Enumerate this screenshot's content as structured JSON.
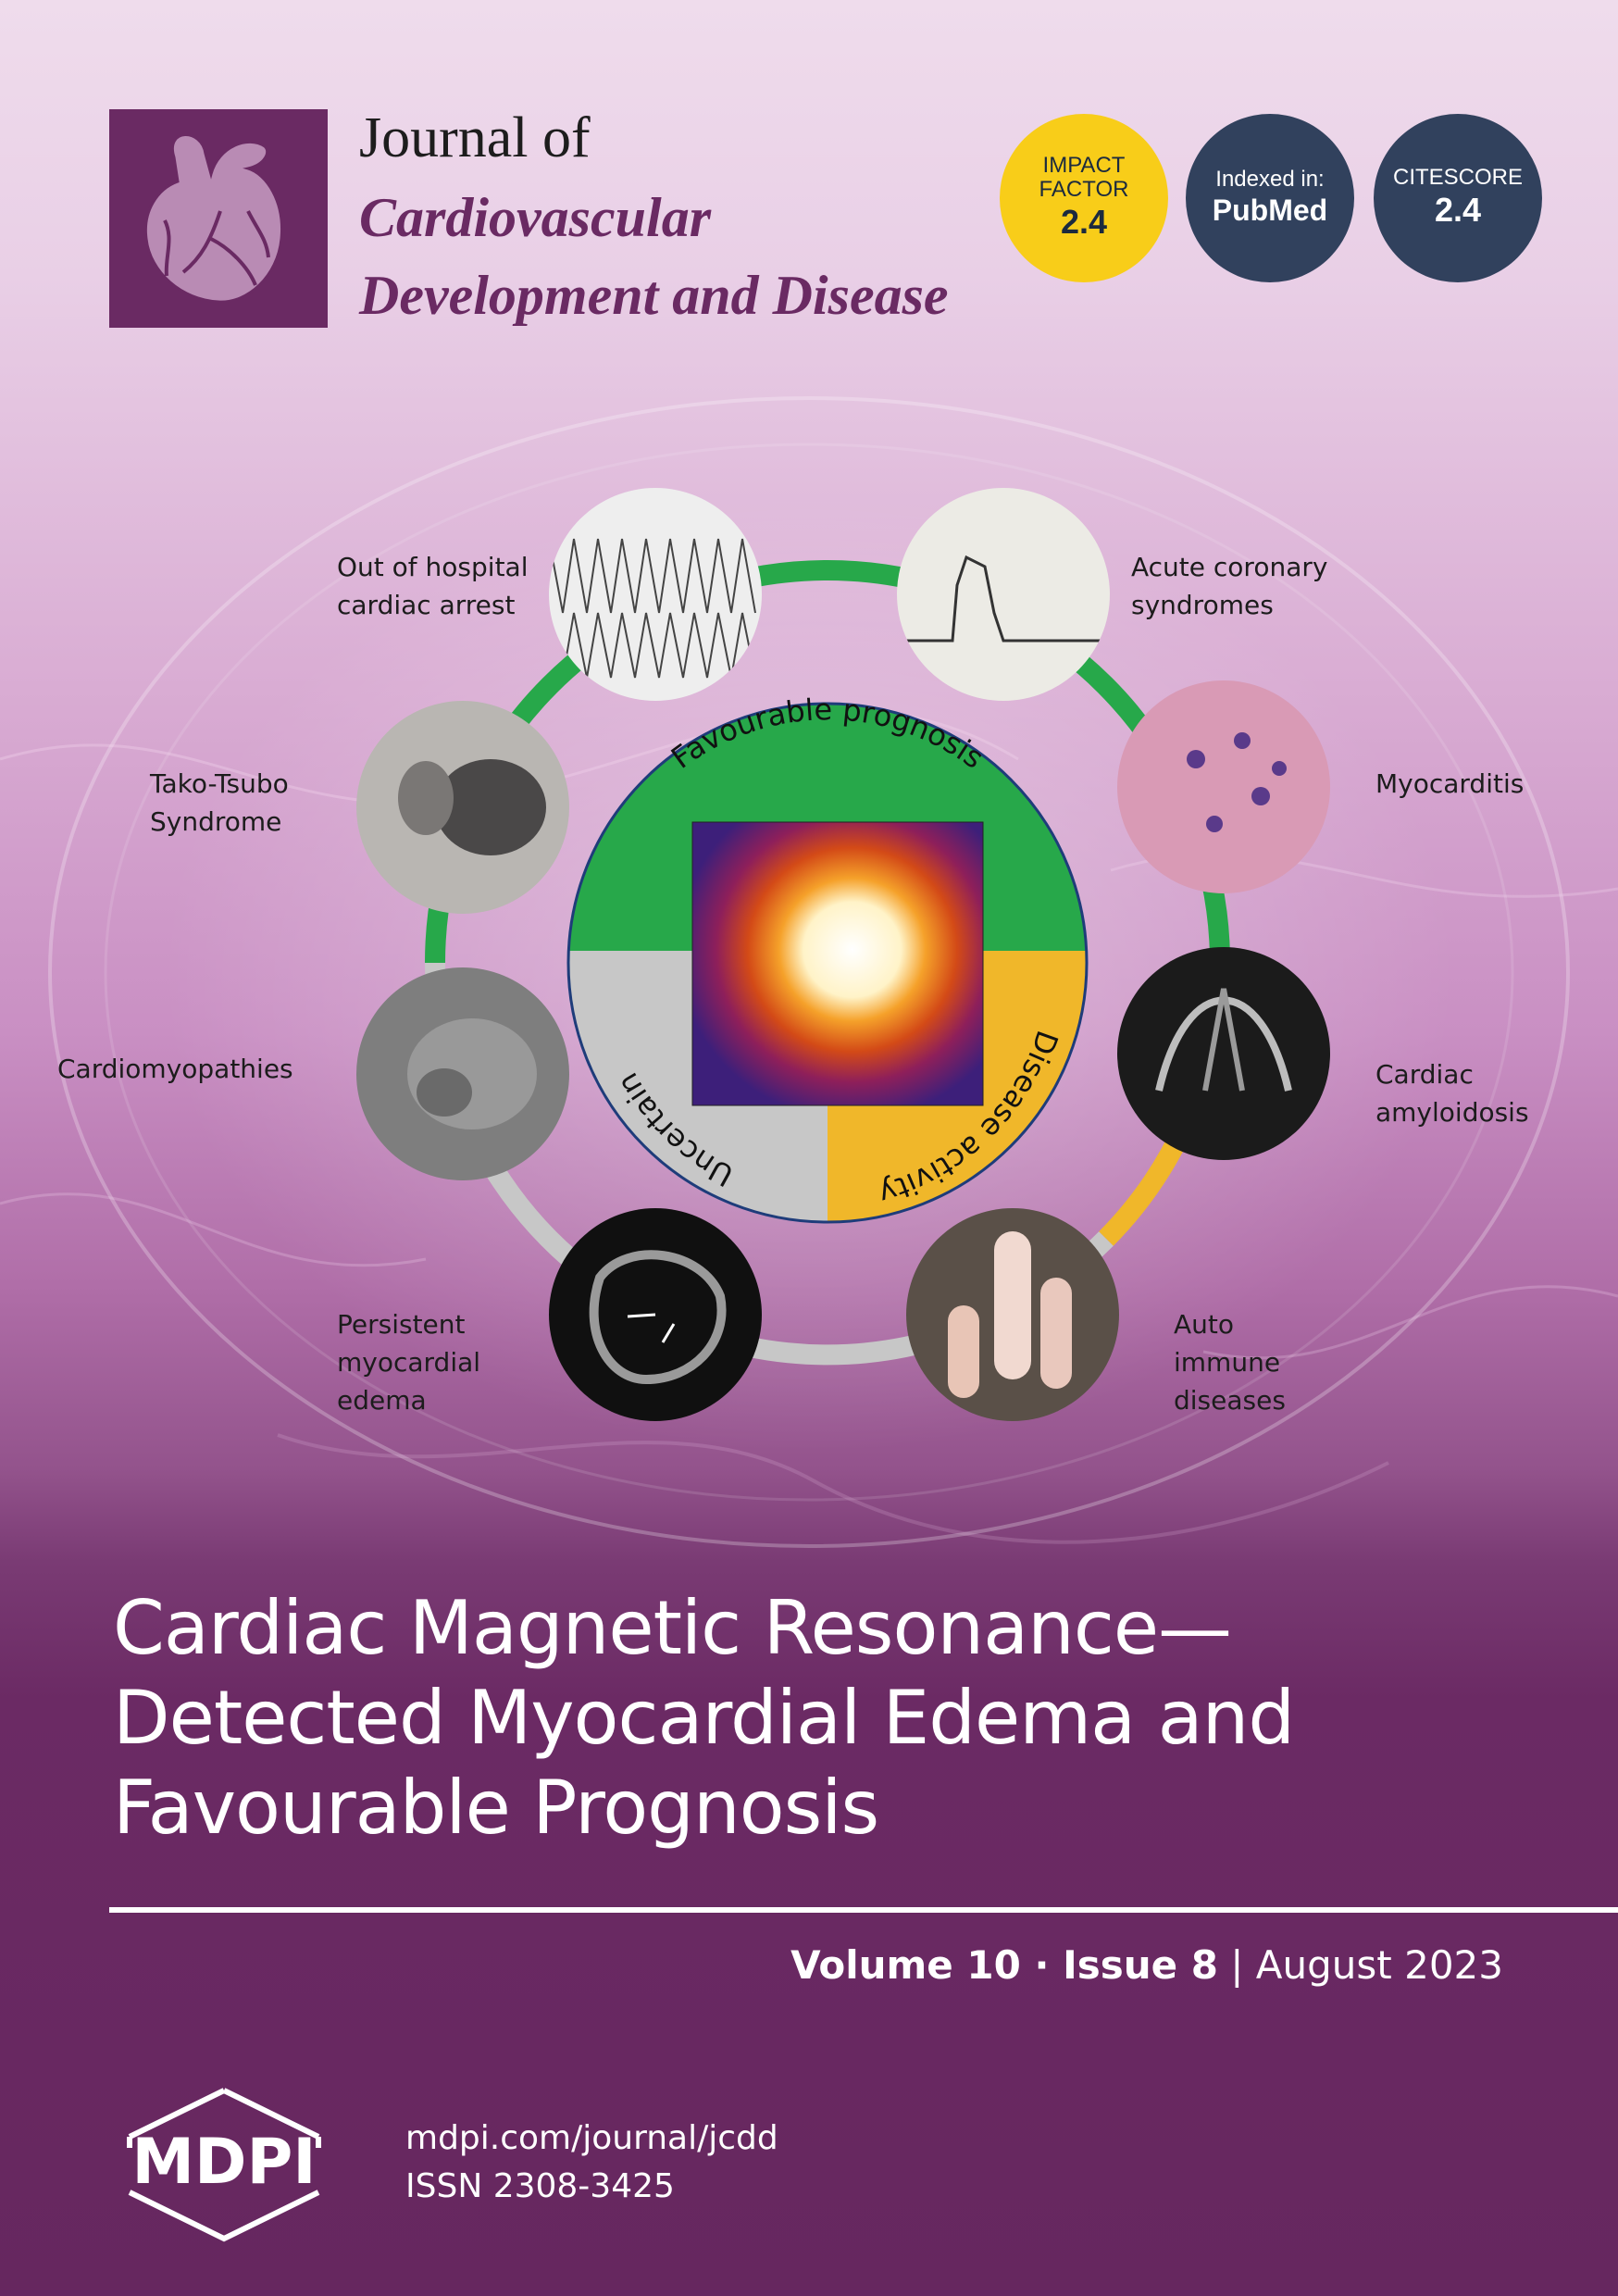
{
  "journal": {
    "line1": "Journal of",
    "line2": "Cardiovascular",
    "line3": "Development and Disease"
  },
  "badges": {
    "impact": {
      "line1": "IMPACT",
      "line2": "FACTOR",
      "value": "2.4"
    },
    "pubmed": {
      "line1": "Indexed in:",
      "value": "PubMed"
    },
    "citescore": {
      "line1": "CITESCORE",
      "value": "2.4"
    }
  },
  "figure": {
    "center_segments": {
      "favourable": "Favourable prognosis",
      "uncertain": "Uncertain",
      "disease": "Disease activity"
    },
    "labels": {
      "out_of_hospital": [
        "Out of hospital",
        "cardiac arrest"
      ],
      "acute_coronary": [
        "Acute coronary",
        "syndromes"
      ],
      "tako_tsubo": [
        "Tako-Tsubo",
        "Syndrome"
      ],
      "myocarditis": [
        "Myocarditis"
      ],
      "cardiomyopathies": [
        "Cardiomyopathies"
      ],
      "cardiac_amyloidosis": [
        "Cardiac",
        "amyloidosis"
      ],
      "persistent_edema": [
        "Persistent",
        "myocardial",
        "edema"
      ],
      "autoimmune": [
        "Auto",
        "immune",
        "diseases"
      ]
    },
    "colors": {
      "green": "#27a84a",
      "yellow": "#f0b72a",
      "grey": "#c7c7c7"
    }
  },
  "article": {
    "title_line1": "Cardiac Magnetic Resonance—",
    "title_line2": "Detected Myocardial Edema and",
    "title_line3": "Favourable Prognosis"
  },
  "issue": {
    "volume": "Volume 10",
    "sep": " · ",
    "issue": "Issue 8",
    "divider": " | ",
    "date": "August 2023"
  },
  "footer": {
    "publisher": "MDPI",
    "url": "mdpi.com/journal/jcdd",
    "issn": "ISSN 2308-3425"
  }
}
